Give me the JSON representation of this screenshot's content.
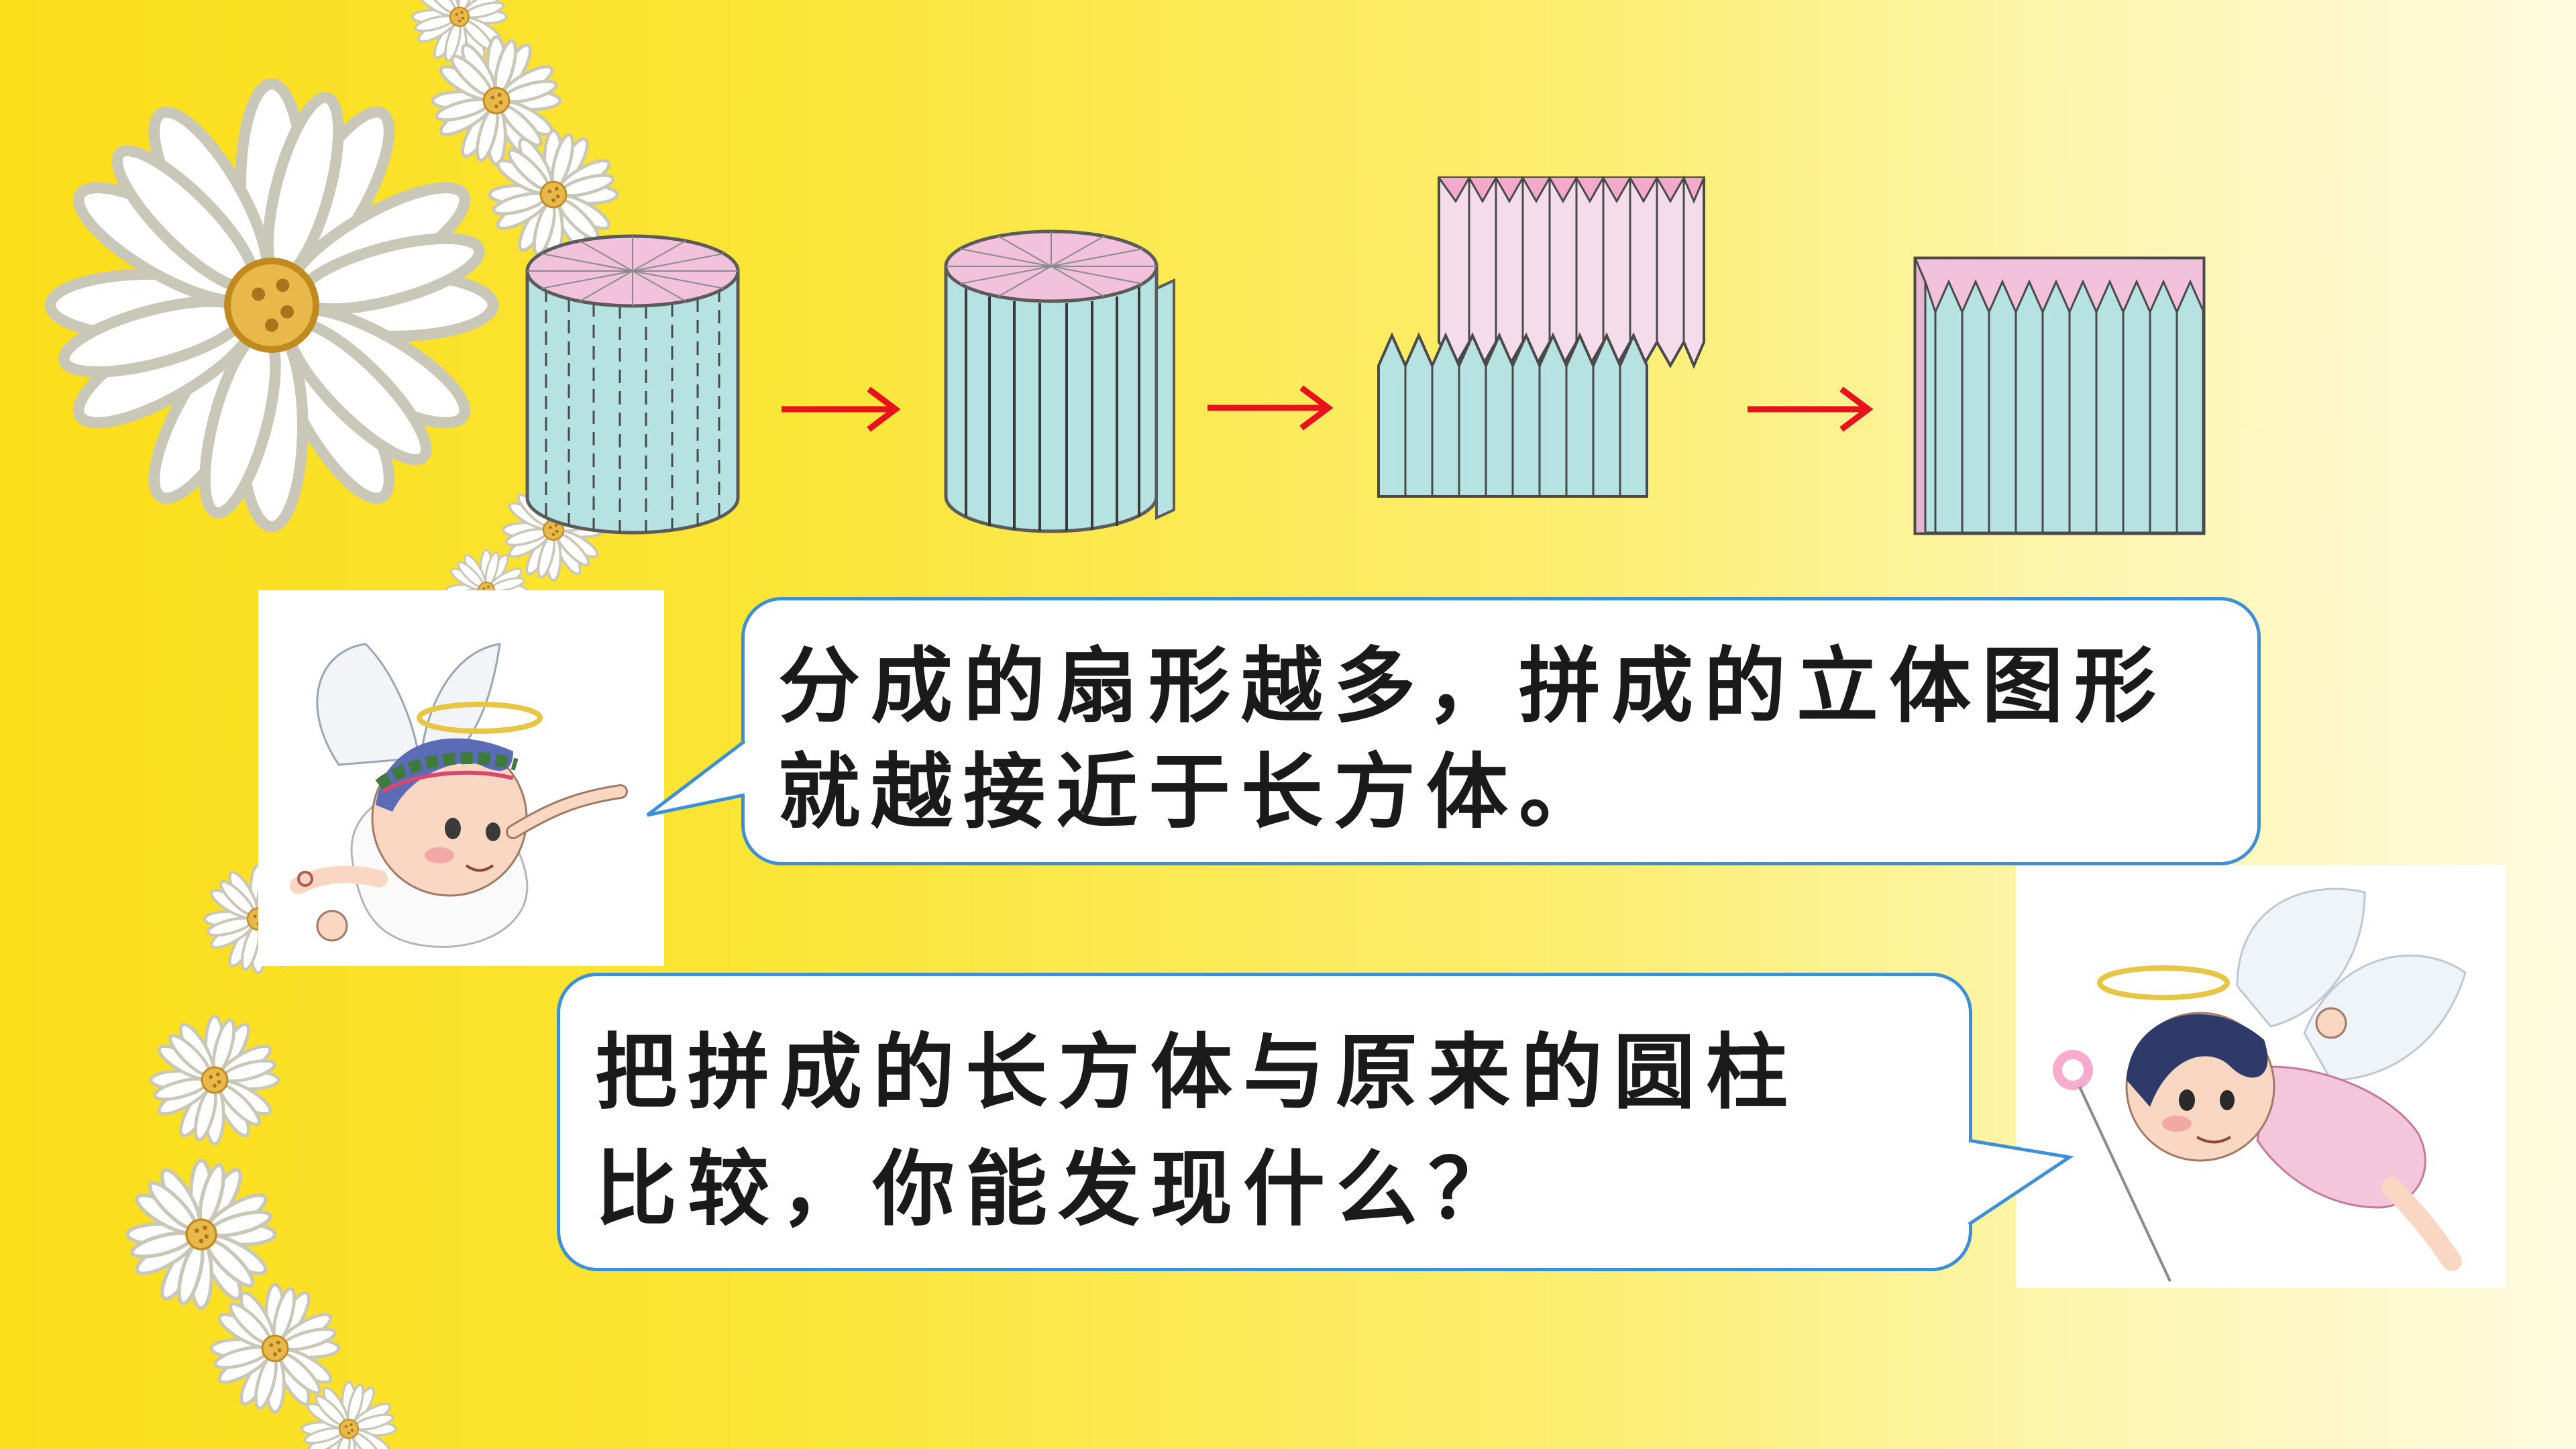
{
  "colors": {
    "cylinder_side": "#b7e2e2",
    "cylinder_top": "#f2c2dc",
    "arrow": "#e8121c",
    "bubble_border": "#3d8fd6",
    "text": "#1a1a1a"
  },
  "diagram": {
    "steps": [
      "cylinder",
      "cut-cylinder",
      "split-halves",
      "cuboid"
    ],
    "arrows": 3
  },
  "bubble1": {
    "line1": "分成的扇形越多，拼成的立体图形",
    "line2": "就越接近于长方体。"
  },
  "bubble2": {
    "line1": "把拼成的长方体与原来的圆柱",
    "line2": "比较，你能发现什么？"
  },
  "illustrations": [
    "angel-boy-illustration",
    "fairy-girl-illustration",
    "daisy-decorations"
  ]
}
